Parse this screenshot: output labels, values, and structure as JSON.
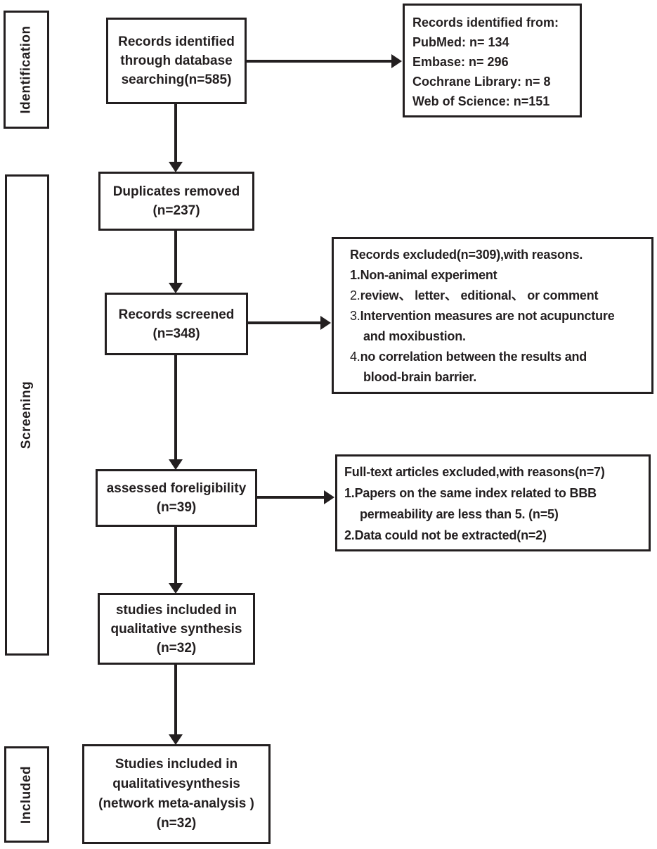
{
  "colors": {
    "ink": "#231f20",
    "background": "#ffffff"
  },
  "stages": {
    "identification": "Identification",
    "screening": "Screening",
    "included": "Included"
  },
  "boxes": {
    "identified": {
      "lines": [
        "Records identified",
        "through database",
        "searching(n=585)"
      ]
    },
    "sources": {
      "lines": [
        "Records identified from:",
        "PubMed: n= 134",
        "Embase: n= 296",
        "Cochrane Library: n= 8",
        "Web of Science: n=151"
      ]
    },
    "duplicates": {
      "lines": [
        "Duplicates removed",
        "(n=237)"
      ]
    },
    "screened": {
      "lines": [
        "Records screened",
        "(n=348)"
      ]
    },
    "records_excluded": {
      "lines": [
        "Records excluded(n=309),with reasons.",
        {
          "marker": "1.",
          "marker_bold": true,
          "text": "Non-animal experiment"
        },
        {
          "marker": "2.",
          "marker_bold": false,
          "text": "review、 letter、 editional、 or comment"
        },
        {
          "marker": "3.",
          "marker_bold": false,
          "text": "Intervention measures are not acupuncture"
        },
        {
          "indent": true,
          "text": "and moxibustion."
        },
        {
          "marker": "4.",
          "marker_bold": false,
          "text": "no correlation between the results and"
        },
        {
          "indent": true,
          "text": "blood-brain barrier."
        }
      ]
    },
    "eligibility": {
      "lines": [
        "assessed foreligibility",
        "(n=39)"
      ]
    },
    "fulltext_excluded": {
      "lines": [
        "Full-text articles excluded,with reasons(n=7)",
        {
          "marker": "1.",
          "marker_bold": true,
          "text": "Papers on the same index related to BBB"
        },
        {
          "indent": true,
          "text": "permeability are less than 5. (n=5)"
        },
        {
          "marker": "2.",
          "marker_bold": true,
          "text": "Data could not be extracted(n=2)"
        }
      ]
    },
    "qualitative_synthesis": {
      "lines": [
        "studies included in",
        "qualitative synthesis",
        "(n=32)"
      ]
    },
    "network_meta": {
      "lines": [
        "Studies included in",
        "qualitativesynthesis",
        "(network meta-analysis )",
        "(n=32)"
      ]
    }
  }
}
